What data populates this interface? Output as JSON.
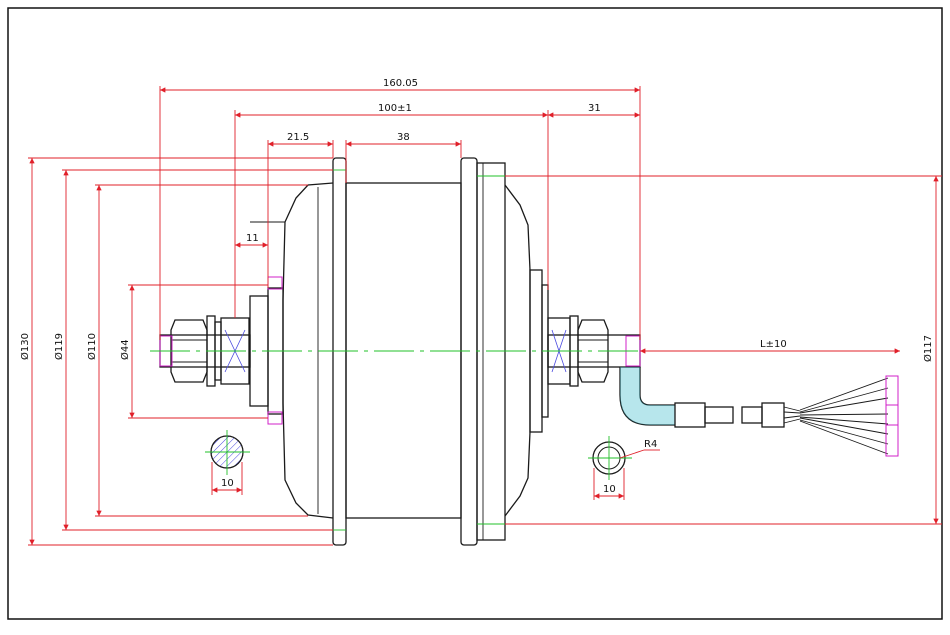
{
  "colors": {
    "outline": "#1a1a1a",
    "dimension": "#e0202a",
    "centerline": "#22c02a",
    "hatch": "#4a4ae0",
    "highlight": "#d020c8",
    "cable_fill": "#30b8c8",
    "background": "#ffffff"
  },
  "dimensions": {
    "overall_width": "160.05",
    "flange_span": "100±1",
    "axle_right": "31",
    "axle_left_step": "21.5",
    "flange_width": "38",
    "nut_width": "11",
    "dia_130": "Ø130",
    "dia_119": "Ø119",
    "dia_110": "Ø110",
    "dia_44": "Ø44",
    "dia_117": "Ø117",
    "cable_length": "L±10",
    "flat_left": "10",
    "flat_right": "10",
    "radius": "R4"
  }
}
